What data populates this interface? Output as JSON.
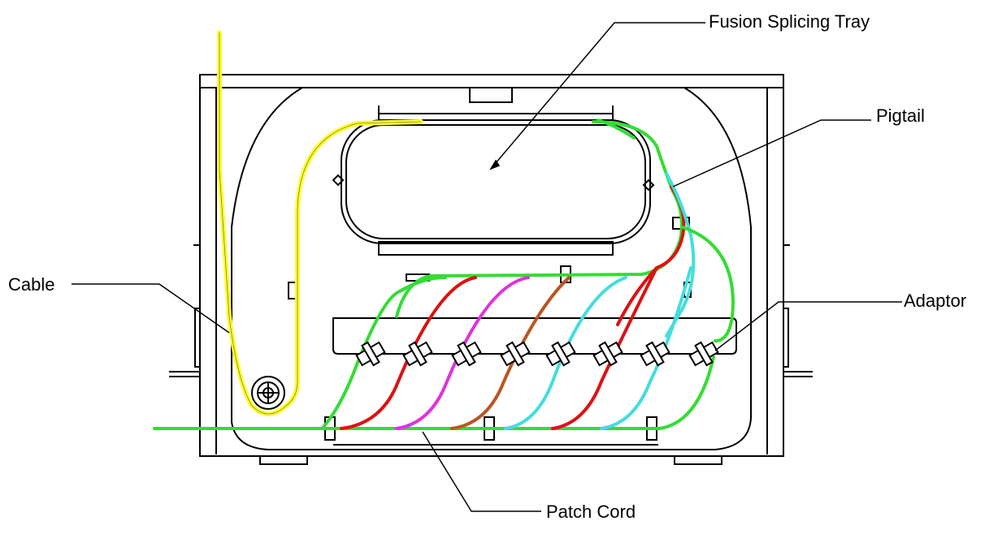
{
  "labels": {
    "fusion_splicing_tray": "Fusion Splicing Tray",
    "pigtail": "Pigtail",
    "cable": "Cable",
    "adaptor": "Adaptor",
    "patch_cord": "Patch Cord"
  },
  "colors": {
    "outline": "#000000",
    "cable": "#ffff33",
    "green": "#33dd33",
    "red": "#dd1111",
    "magenta": "#dd33dd",
    "brown": "#bb5522",
    "cyan": "#44dddd"
  },
  "patch_cord_colors": [
    "green",
    "red",
    "magenta",
    "brown",
    "cyan",
    "red",
    "cyan",
    "green"
  ]
}
